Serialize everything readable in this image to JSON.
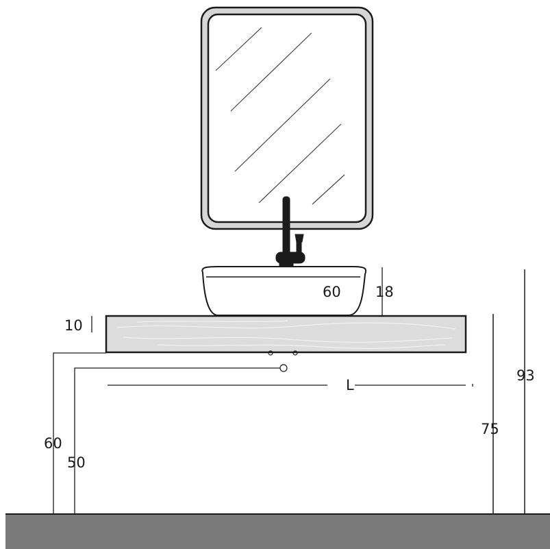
{
  "diagram": {
    "subject": "wall-mounted washbasin shelf with vessel sink, mirror and faucet",
    "labels": {
      "basin_width": "60",
      "basin_height": "18",
      "shelf_thickness": "10",
      "drain_height": "60",
      "supply_height": "50",
      "shelf_length": "L",
      "shelf_height": "75",
      "total_height": "93"
    },
    "colors": {
      "floor": "#7a7a7a",
      "shelf_wood": "#dcdcdc",
      "mirror_frame": "#d6d6d6",
      "faucet": "#1c1c1c",
      "line": "#1a1a1a"
    }
  }
}
